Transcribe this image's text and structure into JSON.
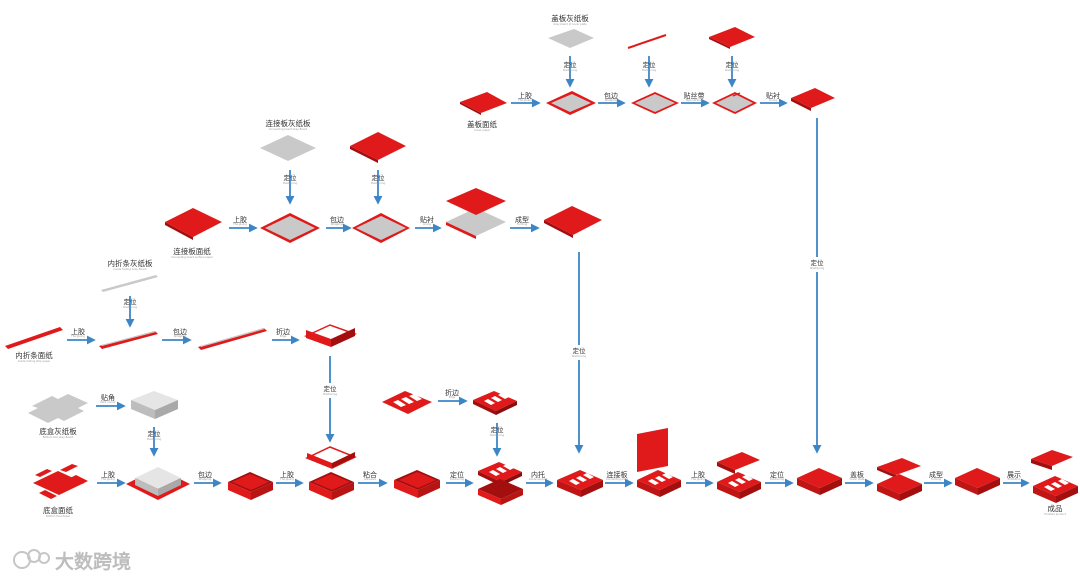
{
  "colors": {
    "red": "#e01a1a",
    "dark_red": "#a30f0f",
    "gray": "#c9c9c9",
    "arrow": "#3d86c6"
  },
  "captions": {
    "lid_gray_board": "盖板灰纸板",
    "lid_gray_board_en": "Gray board of cover plate",
    "lid_face_paper": "盖板面纸",
    "lid_face_paper_en": "Cover paper",
    "conn_gray_board": "连接板灰纸板",
    "conn_gray_board_en": "Connecting board Gray Board",
    "conn_face_paper": "连接板面纸",
    "conn_face_paper_en": "Connecting board surface paper",
    "fold_gray_board": "内折条灰纸板",
    "fold_gray_board_en": "Inside folding Gray Board",
    "fold_face_paper": "内折条面纸",
    "fold_face_paper_en": "Inside folding strip paper",
    "bottom_gray_board": "底盒灰纸板",
    "bottom_gray_board_en": "Bottom box Gray Board",
    "bottom_face_paper": "底盒面纸",
    "bottom_face_paper_en": "Bottom face Paper",
    "product": "成品",
    "product_en": "Finished product"
  },
  "steps": {
    "gluing": "上胶",
    "gluing_en": "The gluing",
    "wrapping": "包边",
    "wrapping_en": "Wrapping",
    "positioning": "定位",
    "positioning_en": "Positioning",
    "silk_ribbon": "贴丝带",
    "silk_ribbon_en": "Tape sticking",
    "lining": "贴衬",
    "lining_en": "Lining",
    "forming": "成型",
    "forming_en": "Forming",
    "folding": "折边",
    "folding_en": "Edge",
    "corner": "贴角",
    "corner_en": "Stick corner",
    "bonding": "粘合",
    "bonding_en": "Adhesive",
    "inner_tray": "内托",
    "inner_tray_en": "Inside support",
    "connecting_board": "连接板",
    "connecting_board_en": "Connecting plate",
    "cover": "盖板",
    "cover_en": "Cover plate",
    "display": "展示",
    "display_en": "Exhibition"
  },
  "watermark": "大数跨境"
}
